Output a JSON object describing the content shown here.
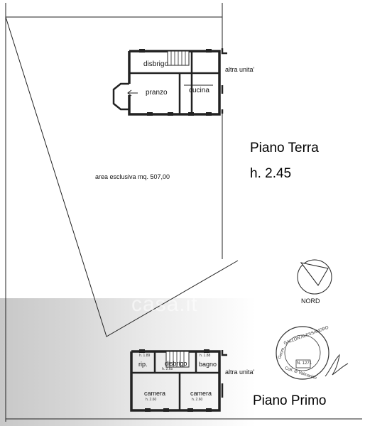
{
  "ground_floor": {
    "rooms": {
      "disbrigo": "disbrigo",
      "pranzo": "pranzo",
      "cucina": "cucina"
    },
    "neighbor_label": "altra unita'",
    "area_label": "area esclusiva mq. 507,00",
    "floor_name": "Piano Terra",
    "ceiling_height": "h. 2.45"
  },
  "first_floor": {
    "rooms": {
      "rip": "rip.",
      "disbrigo": "disbrigo",
      "bagno": "bagno",
      "camera_left": "camera",
      "camera_right": "camera"
    },
    "heights": {
      "rip": "h. 1.89",
      "disbrigo": "h. 2.65",
      "bagno": "h. 1.88",
      "camera_left": "h. 2.60",
      "camera_right": "h. 2.60"
    },
    "neighbor_label": "altra unita'",
    "floor_name": "Piano Primo"
  },
  "north_label": "NORD",
  "stamp": {
    "text_top": "GALLON ALESSANDRO",
    "text_left": "Geom.",
    "text_bottom": "Coll. di Valmarino",
    "number": "N. 1271"
  },
  "watermark": "casa.it",
  "colors": {
    "line": "#222222",
    "fill_dark": "#3a3a3a",
    "background": "#ffffff"
  }
}
